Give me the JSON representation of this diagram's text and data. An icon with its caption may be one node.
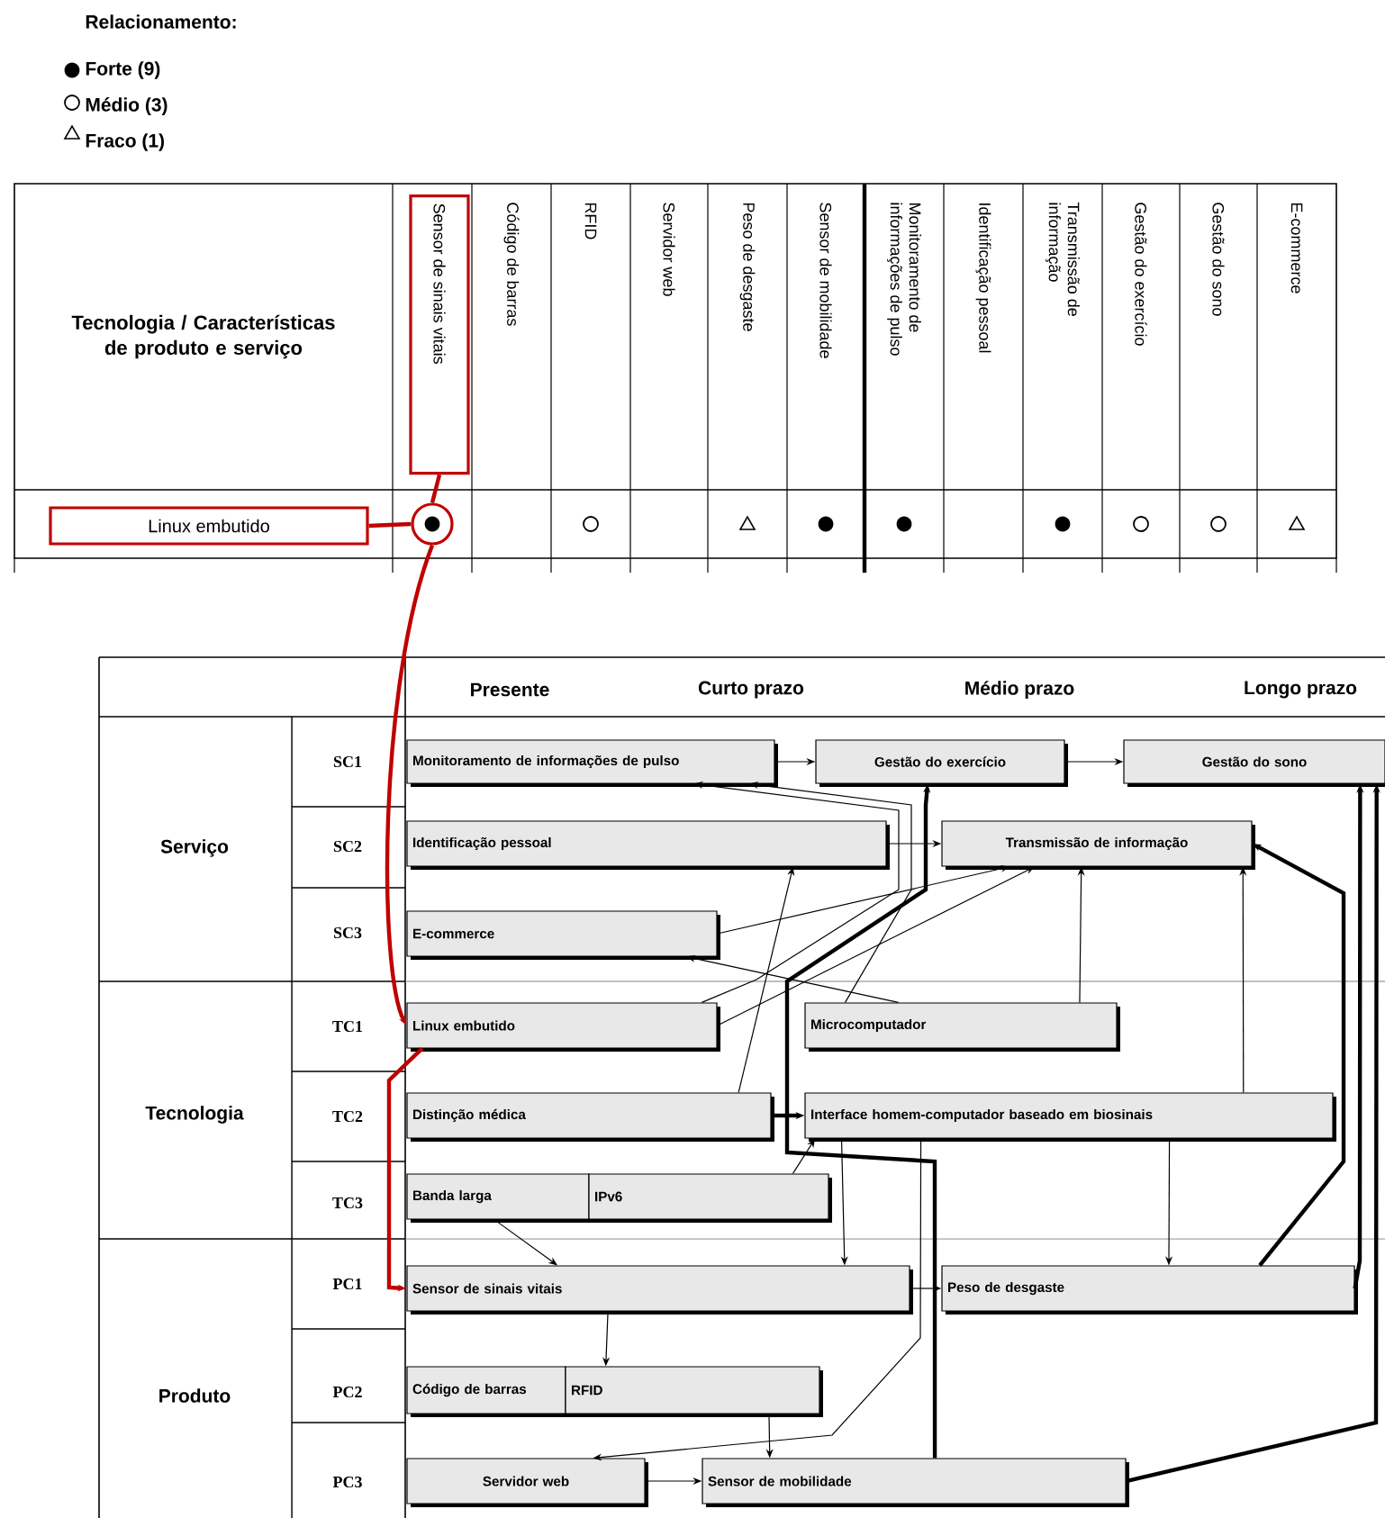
{
  "diagram": {
    "nodes": [
      {
        "text": [
          "Sensor de sinais vitais"
        ]
      },
      {
        "text": [
          "Linux embutido"
        ]
      },
      {
        "text": [],
        "shape": "circle"
      },
      {
        "text": [
          "Monitoramento de informações de pulso"
        ]
      },
      {
        "text": [
          "Gestão do exercício"
        ]
      },
      {
        "text": [
          "Gestão do sono"
        ]
      },
      {
        "text": [
          "Identificação pessoal"
        ]
      },
      {
        "text": [
          "Transmissão de informação"
        ]
      },
      {
        "text": [
          "E-commerce"
        ]
      },
      {
        "text": [
          "Linux embutido"
        ]
      },
      {
        "text": [
          "Microcomputador"
        ]
      },
      {
        "text": [
          "Distinção médica"
        ]
      },
      {
        "text": [
          "Interface homem-computador baseado em biosinais"
        ]
      },
      {
        "text": [
          "Banda larga"
        ]
      },
      {
        "text": [
          "IPv6"
        ]
      },
      {
        "text": [
          "Sensor de sinais vitais"
        ]
      },
      {
        "text": [
          "Peso de desgaste"
        ]
      },
      {
        "text": [
          "Código de barras"
        ]
      },
      {
        "text": [
          "RFID"
        ]
      },
      {
        "text": [
          "Servidor web"
        ]
      },
      {
        "text": [
          "Sensor de mobilidade"
        ]
      }
    ],
    "edges": [
      {
        "from": 0,
        "to": 2,
        "arrow": "none",
        "style": "thick",
        "color": "#c00000"
      },
      {
        "from": 1,
        "to": 2,
        "arrow": "none",
        "style": "thick",
        "color": "#c00000"
      },
      {
        "from": 2,
        "to": 9,
        "arrow": "to",
        "style": "thick",
        "color": "#c00000"
      },
      {
        "from": 9,
        "to": 15,
        "arrow": "to",
        "style": "thick",
        "color": "#c00000"
      },
      {
        "from": 3,
        "to": 4,
        "arrow": "to"
      },
      {
        "from": 4,
        "to": 5,
        "arrow": "to"
      },
      {
        "from": 6,
        "to": 7,
        "arrow": "to"
      },
      {
        "from": 11,
        "to": 12,
        "arrow": "to",
        "style": "thick"
      },
      {
        "from": 15,
        "to": 16,
        "arrow": "to"
      },
      {
        "from": 19,
        "to": 20,
        "arrow": "to"
      },
      {
        "from": 9,
        "to": 3,
        "arrow": "to"
      },
      {
        "from": 11,
        "to": 6,
        "arrow": "to"
      },
      {
        "from": 10,
        "to": 3,
        "arrow": "to"
      },
      {
        "from": 20,
        "to": 4,
        "arrow": "to",
        "style": "thick"
      },
      {
        "from": 20,
        "to": 5,
        "arrow": "to",
        "style": "thick"
      },
      {
        "from": 16,
        "to": 5,
        "arrow": "to",
        "style": "thick"
      },
      {
        "from": 16,
        "to": 7,
        "arrow": "to",
        "style": "thick"
      },
      {
        "from": 10,
        "to": 7,
        "arrow": "to"
      },
      {
        "from": 12,
        "to": 7,
        "arrow": "to"
      },
      {
        "from": 9,
        "to": 7,
        "arrow": "to"
      },
      {
        "from": 8,
        "to": 7,
        "arrow": "to"
      },
      {
        "from": 10,
        "to": 8,
        "arrow": "to"
      },
      {
        "from": 12,
        "to": 16,
        "arrow": "to"
      },
      {
        "from": 18,
        "to": 20,
        "arrow": "to"
      },
      {
        "from": 12,
        "to": 15,
        "arrow": "to"
      },
      {
        "from": 12,
        "to": 19,
        "arrow": "to"
      },
      {
        "from": 15,
        "to": 18,
        "arrow": "to"
      },
      {
        "from": 13,
        "to": 15,
        "arrow": "to"
      },
      {
        "from": 14,
        "to": 12,
        "arrow": "to"
      }
    ],
    "labels": [
      "Relacionamento:",
      "Tecnologia / Características de produto e serviço",
      "Código de barras",
      "RFID",
      "Servidor web",
      "Peso de desgaste",
      "Sensor de mobilidade",
      "Monitoramento de informações de pulso",
      "Identificação pessoal",
      "Transmissão de informação",
      "Gestão do exercício",
      "Gestão do sono",
      "E-commerce",
      "Presente",
      "Curto prazo",
      "Médio prazo",
      "Longo prazo",
      "Serviço",
      "SC1",
      "SC2",
      "SC3",
      "Tecnologia",
      "TC1",
      "TC2",
      "TC3",
      "Produto",
      "PC1",
      "PC2",
      "PC3"
    ],
    "legend": [
      {
        "text": "Forte (9)"
      },
      {
        "text": "Médio (3)"
      },
      {
        "text": "Fraco (1)"
      }
    ]
  }
}
